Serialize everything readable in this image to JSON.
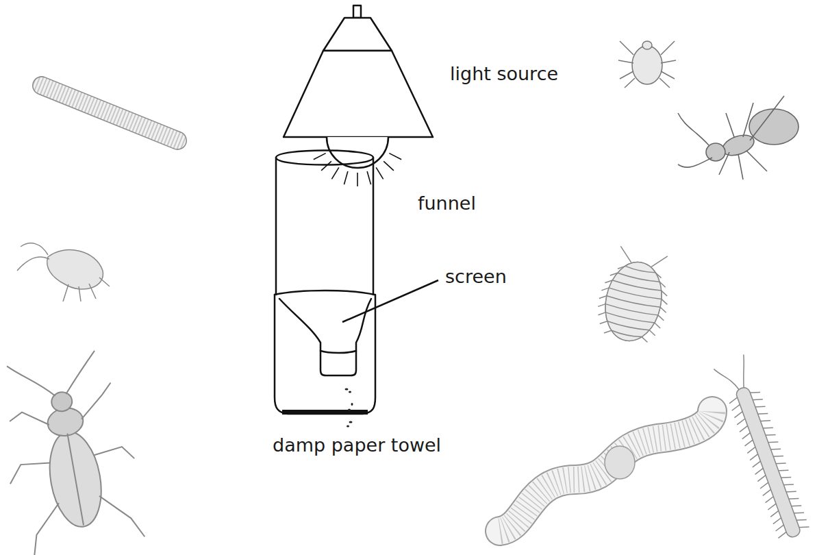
{
  "diagram": {
    "labels": [
      "light source",
      "funnel",
      "screen",
      "damp paper towel"
    ]
  }
}
